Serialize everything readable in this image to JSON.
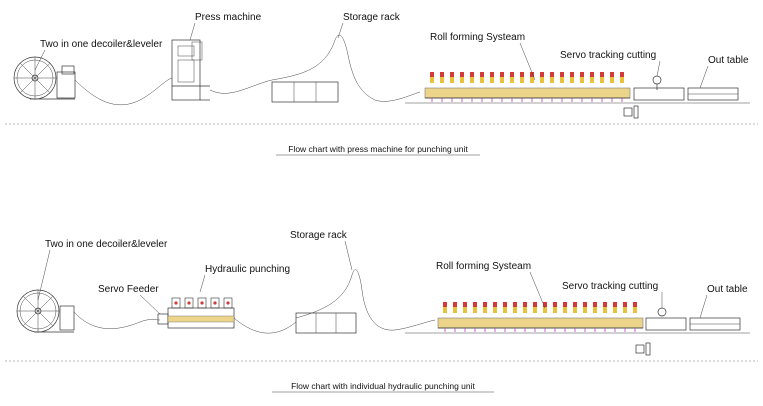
{
  "top": {
    "labels": {
      "decoiler": "Two in one decoiler&leveler",
      "press": "Press machine",
      "rack": "Storage rack",
      "roll": "Roll forming Systeam",
      "servo_cut": "Servo tracking cutting",
      "out": "Out table"
    },
    "caption": "Flow chart with press machine for punching unit"
  },
  "bottom": {
    "labels": {
      "decoiler": "Two in one decoiler&leveler",
      "feeder": "Servo Feeder",
      "hydraulic": "Hydraulic punching",
      "rack": "Storage rack",
      "roll": "Roll forming Systeam",
      "servo_cut": "Servo tracking cutting",
      "out": "Out table"
    },
    "caption": "Flow chart with individual hydraulic punching unit"
  },
  "colors": {
    "roller_red": "#d23a3a",
    "roller_yellow": "#e8c23a",
    "frame_magenta": "#c23ac2",
    "base_yellow": "#ecd58a",
    "green_dot": "#3aa83a"
  }
}
